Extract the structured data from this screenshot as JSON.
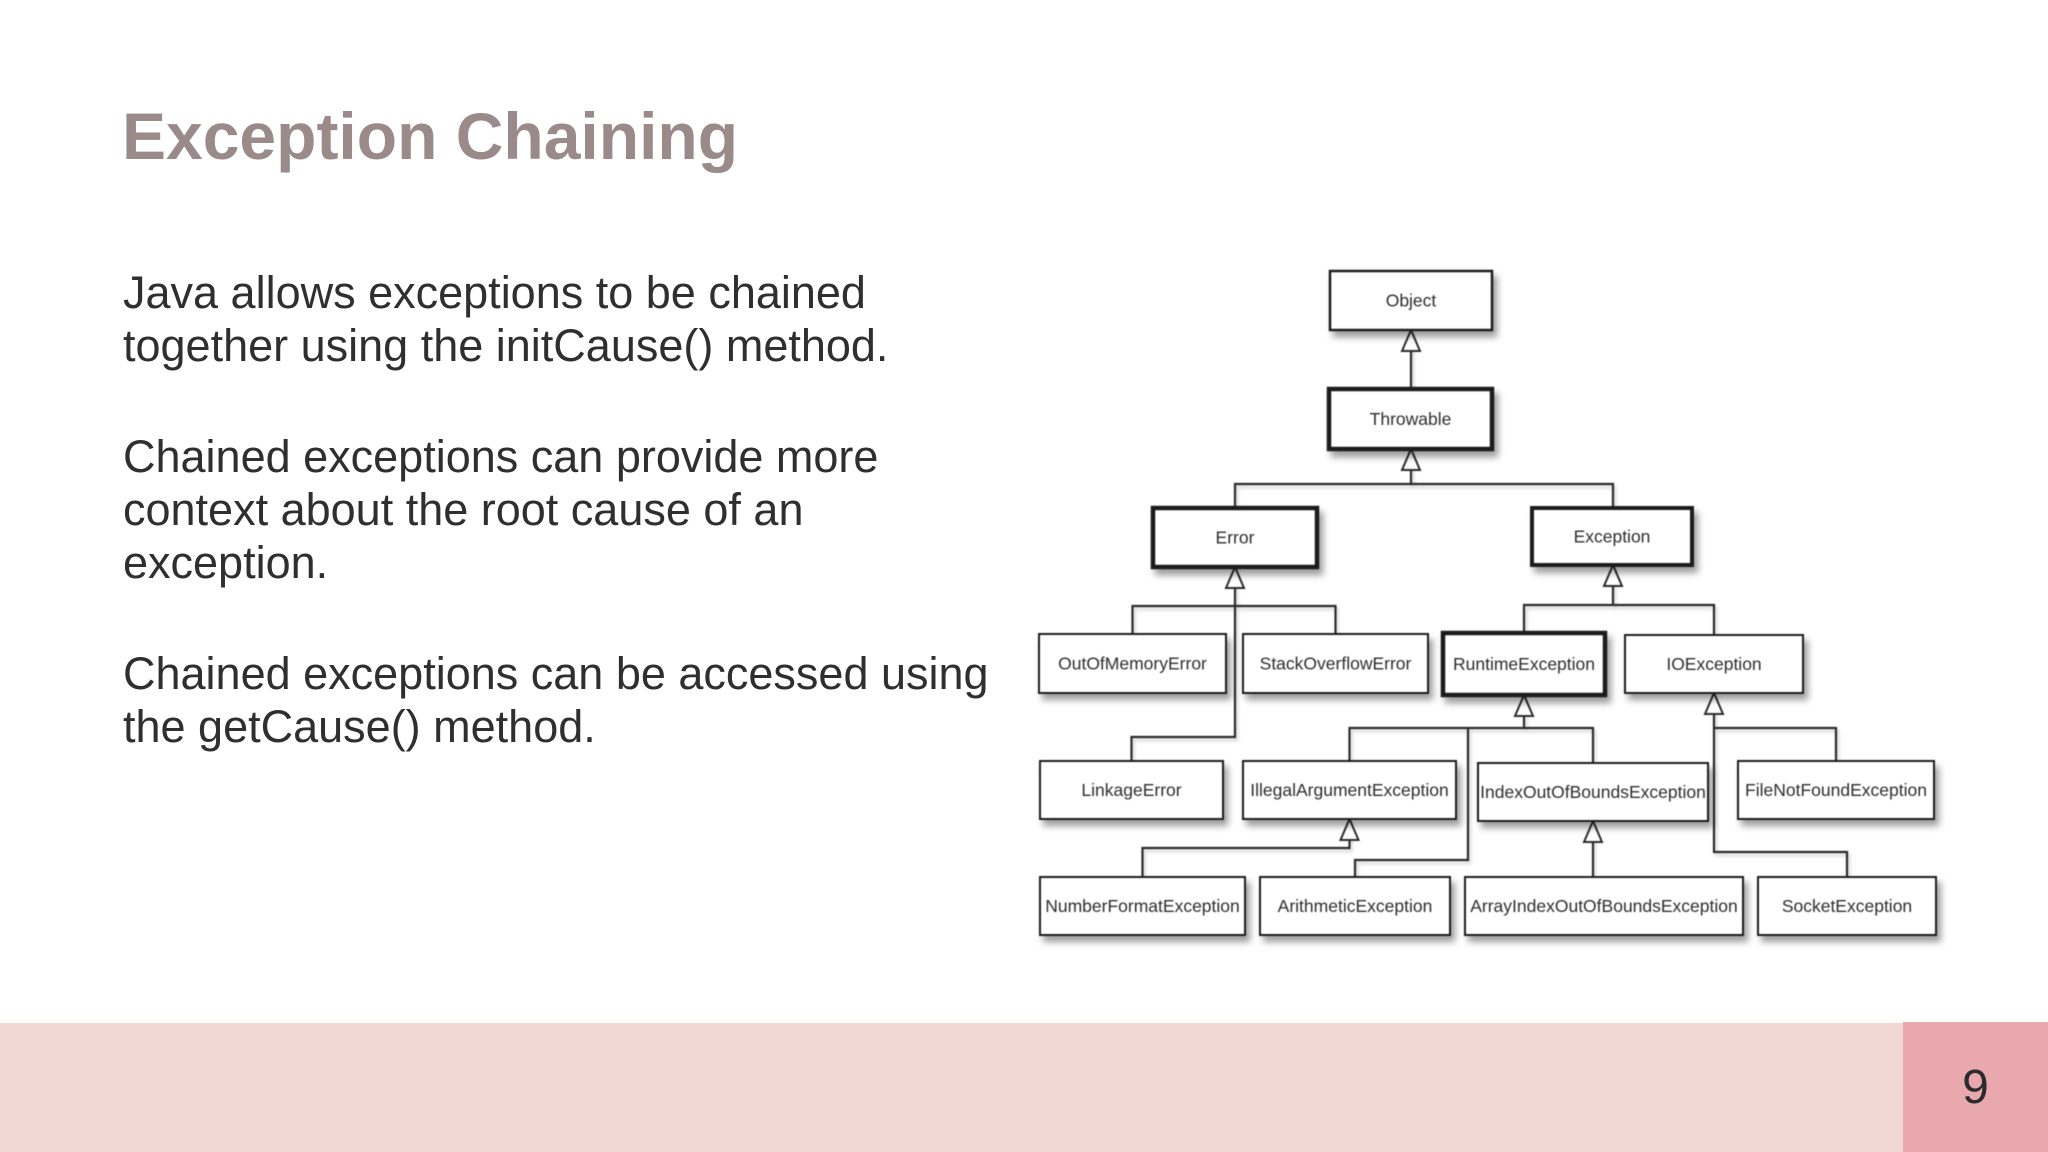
{
  "slide": {
    "title": "Exception Chaining",
    "paragraphs": [
      {
        "lines": [
          "Java allows exceptions to be chained",
          "together using the initCause() method."
        ]
      },
      {
        "lines": [
          "Chained exceptions can provide more",
          "context about the root cause of an",
          "exception."
        ]
      },
      {
        "lines": [
          "Chained exceptions can be accessed using",
          "the getCause() method."
        ]
      }
    ],
    "page_number": "9"
  },
  "colors": {
    "title_text": "#9a8a8a",
    "body_text": "#2f2f2f",
    "footer_bar": "#f2d8d5",
    "page_number_box": "#e9a8ae",
    "diagram_box_fill": "#ffffff",
    "diagram_stroke": "#1e1e1e"
  },
  "diagram": {
    "description": "Java exception class hierarchy (UML inheritance diagram, hollow arrows point to superclass)",
    "nodes": [
      {
        "id": "object",
        "label": "Object",
        "parent": null,
        "emphasis": false
      },
      {
        "id": "throwable",
        "label": "Throwable",
        "parent": "object",
        "emphasis": true
      },
      {
        "id": "error",
        "label": "Error",
        "parent": "throwable",
        "emphasis": true
      },
      {
        "id": "exception",
        "label": "Exception",
        "parent": "throwable",
        "emphasis": true
      },
      {
        "id": "out-of-memory-error",
        "label": "OutOfMemoryError",
        "parent": "error",
        "emphasis": false
      },
      {
        "id": "stack-overflow-error",
        "label": "StackOverflowError",
        "parent": "error",
        "emphasis": false
      },
      {
        "id": "runtime-exception",
        "label": "RuntimeException",
        "parent": "exception",
        "emphasis": true
      },
      {
        "id": "io-exception",
        "label": "IOException",
        "parent": "exception",
        "emphasis": false
      },
      {
        "id": "linkage-error",
        "label": "LinkageError",
        "parent": "error",
        "emphasis": false
      },
      {
        "id": "illegal-argument-exception",
        "label": "IllegalArgumentException",
        "parent": "runtime-exception",
        "emphasis": false
      },
      {
        "id": "index-out-of-bounds-exception",
        "label": "IndexOutOfBoundsException",
        "parent": "runtime-exception",
        "emphasis": false
      },
      {
        "id": "file-not-found-exception",
        "label": "FileNotFoundException",
        "parent": "io-exception",
        "emphasis": false
      },
      {
        "id": "number-format-exception",
        "label": "NumberFormatException",
        "parent": "illegal-argument-exception",
        "emphasis": false
      },
      {
        "id": "arithmetic-exception",
        "label": "ArithmeticException",
        "parent": "runtime-exception",
        "emphasis": false
      },
      {
        "id": "array-index-out-of-bounds-exception",
        "label": "ArrayIndexOutOfBoundsException",
        "parent": "index-out-of-bounds-exception",
        "emphasis": false
      },
      {
        "id": "socket-exception",
        "label": "SocketException",
        "parent": "io-exception",
        "emphasis": false
      }
    ]
  }
}
